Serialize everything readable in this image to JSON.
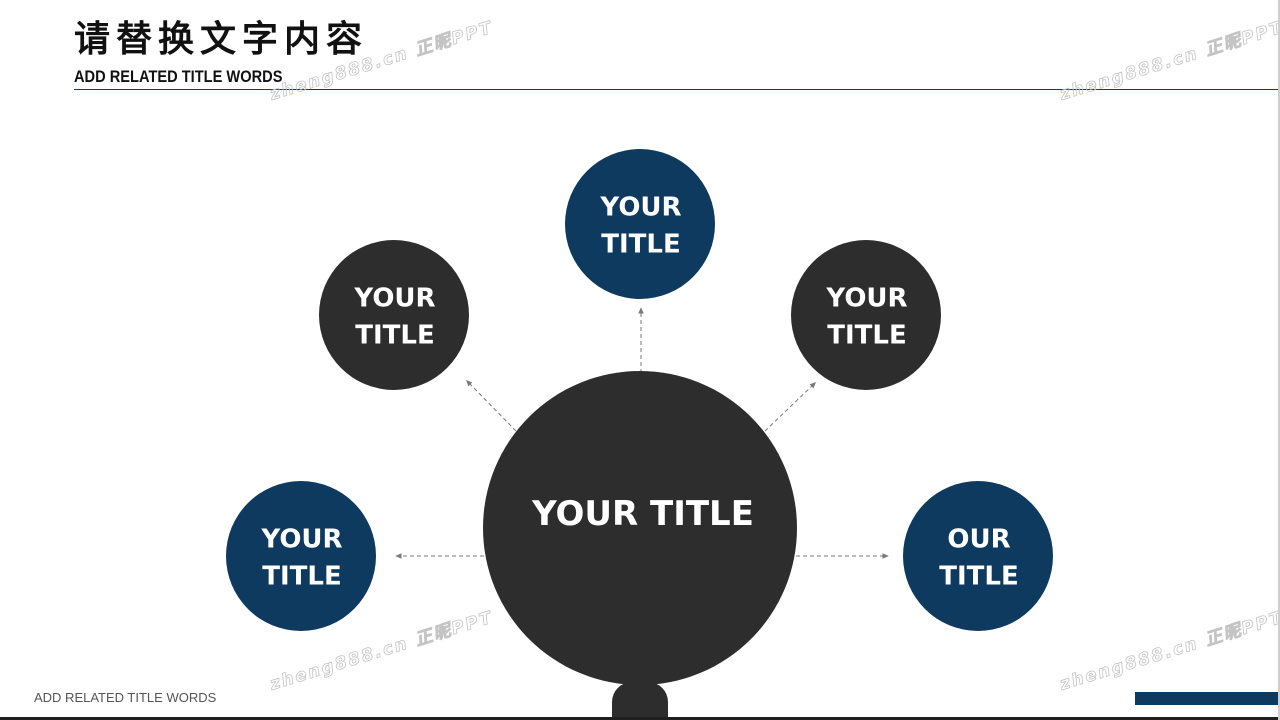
{
  "header": {
    "title": "请替换文字内容",
    "subtitle": "ADD RELATED TITLE WORDS"
  },
  "footer": {
    "text": "ADD RELATED TITLE  WORDS"
  },
  "colors": {
    "dark": "#2d2d2d",
    "navy": "#0d3a5e",
    "rule": "#1f3a52",
    "arrow": "#7a7a7a"
  },
  "diagram": {
    "center": {
      "lines": [
        "YOUR TITLE"
      ],
      "color": "dark"
    },
    "nodes": [
      {
        "lines": [
          "YOUR",
          "TITLE"
        ],
        "color": "navy"
      },
      {
        "lines": [
          "YOUR",
          "TITLE"
        ],
        "color": "dark"
      },
      {
        "lines": [
          "YOUR",
          "TITLE"
        ],
        "color": "navy"
      },
      {
        "lines": [
          "YOUR",
          "TITLE"
        ],
        "color": "dark"
      },
      {
        "lines": [
          "OUR",
          "TITLE"
        ],
        "color": "navy"
      }
    ]
  },
  "watermarks": [
    "zheng888.cn 正昵PPT",
    "zheng888.cn 正昵PPT",
    "zheng888.cn 正昵PPT",
    "zheng888.cn 正昵PPT"
  ]
}
